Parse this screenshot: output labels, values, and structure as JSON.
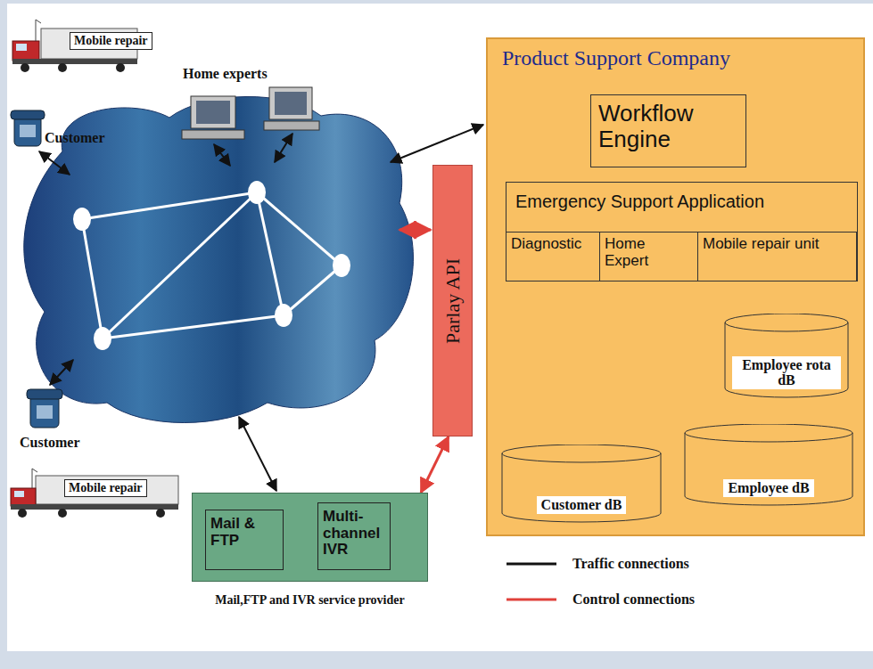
{
  "diagram": {
    "nodes": [
      {
        "text": [
          "Mobile repair"
        ]
      },
      {
        "text": [
          "Product Support Company"
        ]
      },
      {
        "text": [
          "Workflow Engine"
        ],
        "in": 1
      },
      {
        "text": [
          "Emergency Support Application"
        ],
        "in": 1
      },
      {
        "text": [
          "Diagnostic"
        ],
        "in": 3
      },
      {
        "text": [
          "Home Expert"
        ],
        "in": 3
      },
      {
        "text": [
          "Mobile repair unit"
        ],
        "in": 3
      },
      {
        "text": [
          "Parlay API"
        ]
      },
      {
        "text": [
          "Employee rota dB"
        ],
        "in": 1
      },
      {
        "text": [
          "Customer dB"
        ],
        "in": 1
      },
      {
        "text": [
          "Employee dB"
        ],
        "in": 1
      },
      {
        "text": [
          "Mail,FTP and IVR service provider"
        ]
      },
      {
        "text": [
          "Mail & FTP"
        ],
        "in": 11
      },
      {
        "text": [
          "Multi-channel IVR"
        ],
        "in": 11
      },
      {
        "text": [
          "Mobile repair"
        ]
      }
    ],
    "edges": [
      {
        "from": 7,
        "to": 11,
        "arrow": "both"
      },
      {
        "from": 2,
        "to": 3,
        "arrow": "both"
      },
      {
        "from": 5,
        "to": 9,
        "arrow": "both"
      },
      {
        "from": 5,
        "to": 10,
        "arrow": "both"
      },
      {
        "from": 6,
        "to": 8,
        "arrow": "both"
      },
      {
        "from": 10,
        "to": 8,
        "arrow": "to"
      }
    ],
    "labels": [
      "Home experts",
      "Customer",
      "Customer"
    ],
    "legend": [
      {
        "text": "Traffic connections"
      },
      {
        "text": "Control connections"
      }
    ]
  }
}
